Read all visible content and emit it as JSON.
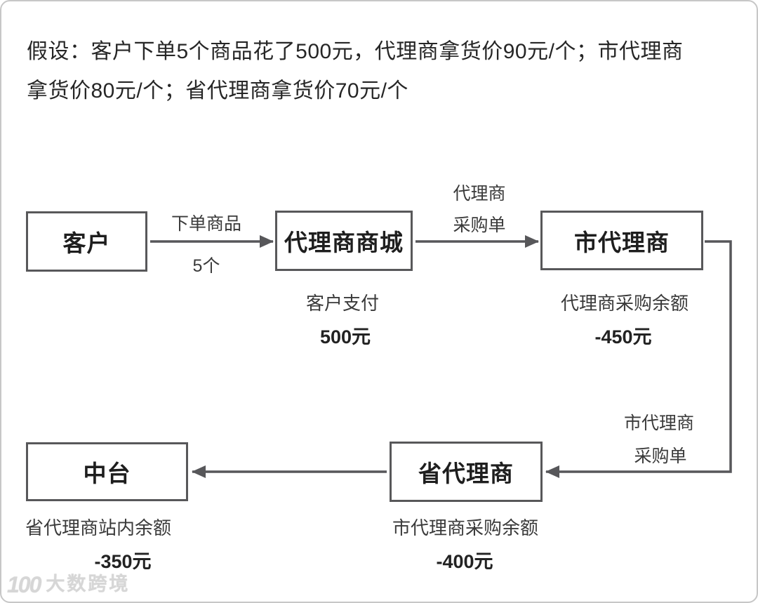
{
  "colors": {
    "arrow": "#57575a",
    "box_border": "#58585a",
    "text_primary": "#262626",
    "text_secondary": "#3a3a3a",
    "card_border": "#c7c7c7",
    "watermark": "#d6d6d6"
  },
  "header": {
    "line1": "假设：客户下单5个商品花了500元，代理商拿货价90元/个；市代理商",
    "line2": "拿货价80元/个；省代理商拿货价70元/个"
  },
  "nodes": {
    "customer": {
      "label": "客户"
    },
    "agent_mall": {
      "label": "代理商商城",
      "caption": "客户支付",
      "amount": "500元"
    },
    "city_agent": {
      "label": "市代理商",
      "caption": "代理商采购余额",
      "amount": "-450元"
    },
    "province_agent": {
      "label": "省代理商",
      "caption": "市代理商采购余额",
      "amount": "-400元"
    },
    "middle_platform": {
      "label": "中台",
      "caption": "省代理商站内余额",
      "amount": "-350元"
    }
  },
  "edges": {
    "customer_to_mall": {
      "label_top": "下单商品",
      "label_bottom": "5个"
    },
    "mall_to_city": {
      "label_line1": "代理商",
      "label_line2": "采购单"
    },
    "city_to_province": {
      "label_line1": "市代理商",
      "label_line2": "采购单"
    }
  },
  "watermark": {
    "logo": "100",
    "text": "大数跨境"
  }
}
